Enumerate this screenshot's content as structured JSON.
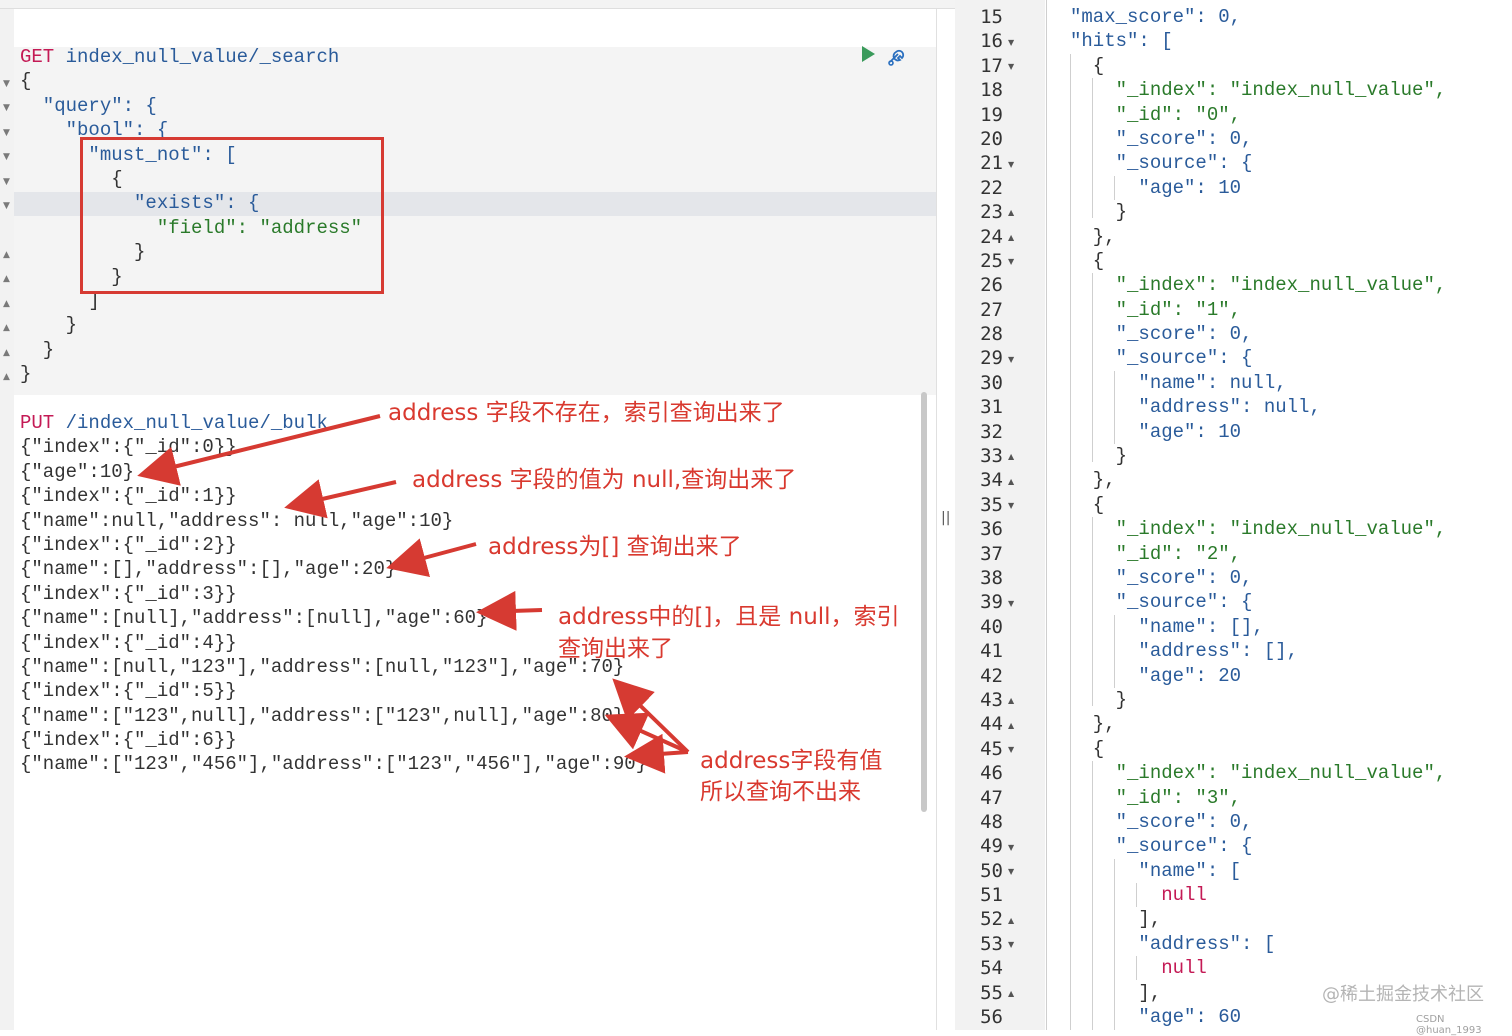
{
  "console": {
    "query": {
      "method": "GET",
      "path": "index_null_value/_search",
      "lines": [
        "{",
        "  \"query\": {",
        "    \"bool\": {",
        "      \"must_not\": [",
        "        {",
        "          \"exists\": {",
        "            \"field\": \"address\"",
        "          }",
        "        }",
        "      ]",
        "    }",
        "  }",
        "}"
      ]
    },
    "bulk": {
      "method": "PUT",
      "path": "/index_null_value/_bulk",
      "lines": [
        "{\"index\":{\"_id\":0}}",
        "{\"age\":10}",
        "{\"index\":{\"_id\":1}}",
        "{\"name\":null,\"address\": null,\"age\":10}",
        "{\"index\":{\"_id\":2}}",
        "{\"name\":[],\"address\":[],\"age\":20}",
        "{\"index\":{\"_id\":3}}",
        "{\"name\":[null],\"address\":[null],\"age\":60}",
        "{\"index\":{\"_id\":4}}",
        "{\"name\":[null,\"123\"],\"address\":[null,\"123\"],\"age\":70}",
        "{\"index\":{\"_id\":5}}",
        "{\"name\":[\"123\",null],\"address\":[\"123\",null],\"age\":80}",
        "{\"index\":{\"_id\":6}}",
        "{\"name\":[\"123\",\"456\"],\"address\":[\"123\",\"456\"],\"age\":90}"
      ]
    },
    "icons": {
      "run": "play-icon",
      "settings": "wrench-icon"
    }
  },
  "annotations": [
    "address 字段不存在，索引查询出来了",
    "address 字段的值为 null,查询出来了",
    "address为[] 查询出来了",
    "address中的[]，且是 null，索引",
    "查询出来了",
    "address字段有值",
    "所以查询不出来"
  ],
  "response": {
    "line_numbers": [
      "15",
      "16",
      "17",
      "18",
      "19",
      "20",
      "21",
      "22",
      "23",
      "24",
      "25",
      "26",
      "27",
      "28",
      "29",
      "30",
      "31",
      "32",
      "33",
      "34",
      "35",
      "36",
      "37",
      "38",
      "39",
      "40",
      "41",
      "42",
      "43",
      "44",
      "45",
      "46",
      "47",
      "48",
      "49",
      "50",
      "51",
      "52",
      "53",
      "54",
      "55",
      "56"
    ],
    "lines": [
      "\"max_score\": 0,",
      "\"hits\": [",
      "  {",
      "    \"_index\": \"index_null_value\",",
      "    \"_id\": \"0\",",
      "    \"_score\": 0,",
      "    \"_source\": {",
      "      \"age\": 10",
      "    }",
      "  },",
      "  {",
      "    \"_index\": \"index_null_value\",",
      "    \"_id\": \"1\",",
      "    \"_score\": 0,",
      "    \"_source\": {",
      "      \"name\": null,",
      "      \"address\": null,",
      "      \"age\": 10",
      "    }",
      "  },",
      "  {",
      "    \"_index\": \"index_null_value\",",
      "    \"_id\": \"2\",",
      "    \"_score\": 0,",
      "    \"_source\": {",
      "      \"name\": [],",
      "      \"address\": [],",
      "      \"age\": 20",
      "    }",
      "  },",
      "  {",
      "    \"_index\": \"index_null_value\",",
      "    \"_id\": \"3\",",
      "    \"_score\": 0,",
      "    \"_source\": {",
      "      \"name\": [",
      "        null",
      "      ],",
      "      \"address\": [",
      "        null",
      "      ],",
      "      \"age\": 60"
    ]
  },
  "watermark": "@稀土掘金技术社区",
  "watermark_small": "CSDN @huan_1993",
  "colors": {
    "accent_red": "#d63a32",
    "key_blue": "#2a5b9a",
    "string_green": "#2a7a2a",
    "method_red": "#c41a55"
  }
}
